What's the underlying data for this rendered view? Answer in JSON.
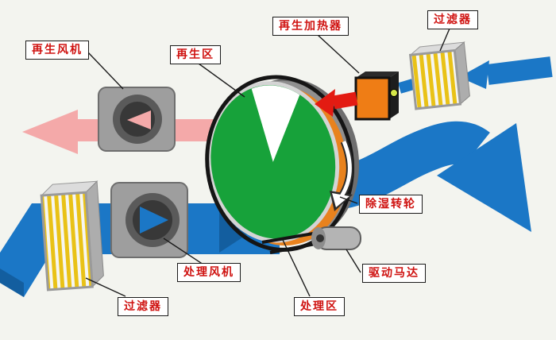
{
  "diagram": {
    "labels": {
      "regen_fan": "再生风机",
      "regen_zone": "再生区",
      "regen_heater": "再生加热器",
      "filter_top": "过滤器",
      "wheel": "除湿转轮",
      "drive_motor": "驱动马达",
      "process_zone": "处理区",
      "process_fan": "处理风机",
      "filter_bottom": "过滤器"
    },
    "colors": {
      "process_air_blue": "#1b77c6",
      "regen_exhaust_pink": "#f4a9a9",
      "hot_air_red": "#e31b12",
      "wheel_green": "#17a23a",
      "heater_orange": "#ef7d15",
      "filter_yellow": "#e9c217",
      "label_red": "#cf1210",
      "background": "#f3f4ef"
    }
  }
}
